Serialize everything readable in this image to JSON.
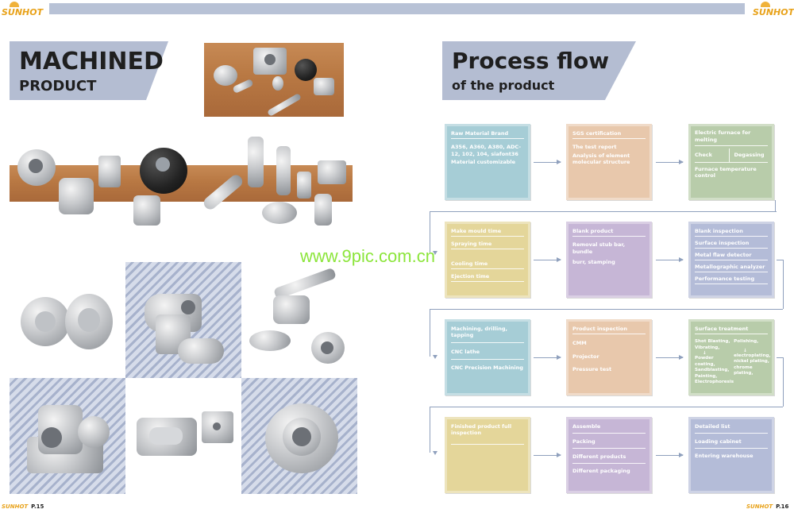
{
  "header": {
    "brand": "SUNHOT"
  },
  "left": {
    "title_line1": "MACHINED",
    "title_line2": "PRODUCT"
  },
  "right": {
    "title_line1": "Process flow",
    "title_line2": "of the product"
  },
  "watermark": "www.9pic.com.cn",
  "process": {
    "row1": {
      "box1": {
        "lines": [
          "Raw Material Brand"
        ],
        "texts": [
          "A356, A360, A380, ADC-12, 102, 104, siafont36",
          "Material customizable"
        ]
      },
      "box2": {
        "lines": [
          "SGS certification"
        ],
        "texts": [
          "The test report",
          "Analysis of element molecular structure"
        ]
      },
      "box3": {
        "title": "Electric furnace for melting",
        "check": "Check",
        "degassing": "Degassing",
        "texts": [
          "Furnace temperature control"
        ]
      }
    },
    "row2": {
      "box1": {
        "lines": [
          "Make mould time",
          "Spraying time",
          "Cooling time",
          "Ejection time"
        ]
      },
      "box2": {
        "lines": [
          "Blank product"
        ],
        "texts": [
          "Removal stub bar, bundle",
          "burr, stamping"
        ]
      },
      "box3": {
        "lines": [
          "Blank inspection",
          "Surface inspection",
          "Metal flaw detector",
          "Metallographic analyzer",
          "Performance testing"
        ]
      }
    },
    "row3": {
      "box1": {
        "lines": [
          "Machining, drilling, tapping",
          "CNC lathe",
          "CNC Precision Machining"
        ]
      },
      "box2": {
        "lines": [
          "Product inspection"
        ],
        "texts": [
          "CMM",
          "Projector",
          "Pressure test"
        ]
      },
      "box3": {
        "title": "Surface treatment",
        "left_col": [
          "Shot Blasting,",
          "Vibrating,",
          "Powder coating,",
          "Sandblasting,",
          "Painting,",
          "Electrophoresis"
        ],
        "right_col": [
          "Polishing,",
          "electroplating,",
          "nickel plating,",
          "chrome",
          "plating,"
        ]
      }
    },
    "row4": {
      "box1": {
        "lines": [
          "Finished product full inspection"
        ]
      },
      "box2": {
        "lines": [
          "Assemble",
          "Packing",
          "Different products",
          "Different packaging"
        ]
      },
      "box3": {
        "lines": [
          "Detailed list",
          "Loading cabinet",
          "Entering warehouse"
        ]
      }
    }
  },
  "footer": {
    "brand": "SUNHOT",
    "page_left": "P.15",
    "page_right": "P.16"
  }
}
